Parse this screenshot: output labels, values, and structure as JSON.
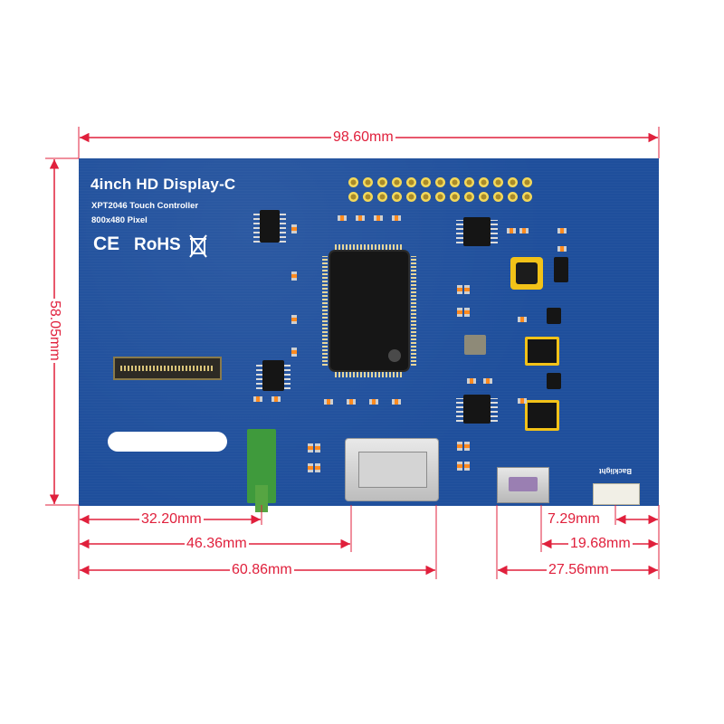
{
  "board": {
    "title": "4inch HD Display-C",
    "controller": "XPT2046 Touch Controller",
    "resolution": "800x480 Pixel",
    "cert_ce": "CE",
    "cert_rohs": "RoHS",
    "backlight_label": "Backlight"
  },
  "dimensions": {
    "width_total": "98.60mm",
    "height_total": "58.05mm",
    "d1": "32.20mm",
    "d2": "46.36mm",
    "d3": "60.86mm",
    "d4": "7.29mm",
    "d5": "19.68mm",
    "d6": "27.56mm"
  },
  "colors": {
    "dimension": "#e0203c",
    "board": "#1f4f9c",
    "silkscreen": "#ffffff"
  },
  "icons": [
    "weee-bin-icon"
  ]
}
